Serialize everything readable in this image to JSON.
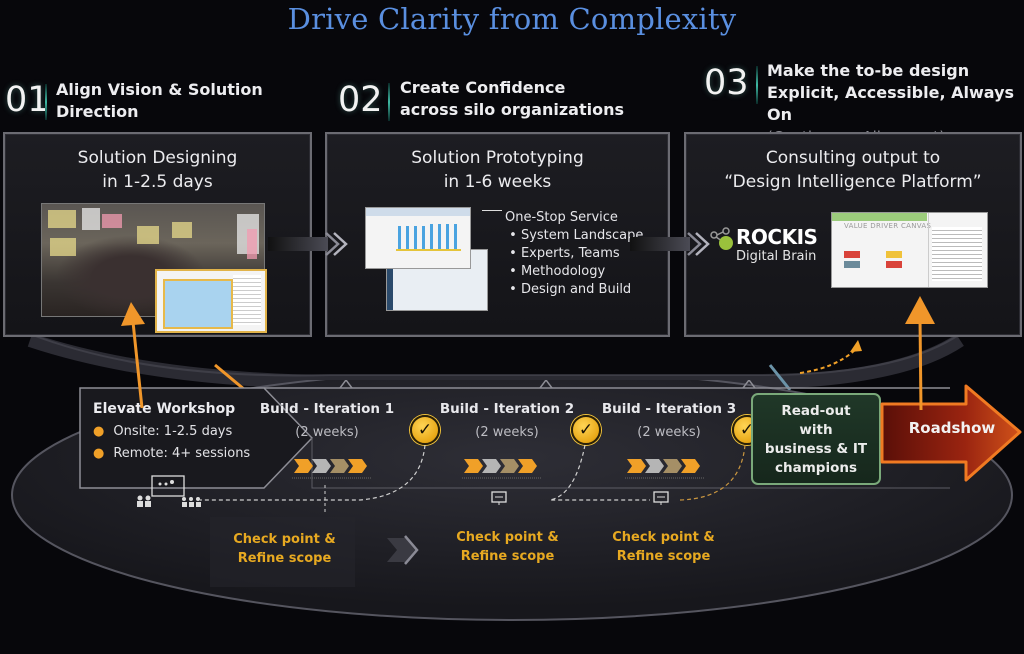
{
  "title": "Drive Clarity from Complexity",
  "steps": [
    {
      "number": "01",
      "lines": [
        "Align Vision & Solution",
        "Direction"
      ]
    },
    {
      "number": "02",
      "lines": [
        "Create Confidence",
        "across silo organizations"
      ]
    },
    {
      "number": "03",
      "lines": [
        "Make the to-be design",
        "Explicit, Accessible, Always On"
      ],
      "subtitle": "(Continuous Alignment)"
    }
  ],
  "panels": [
    {
      "title_lines": [
        "Solution Designing",
        "in 1-2.5 days"
      ]
    },
    {
      "title_lines": [
        "Solution Prototyping",
        "in 1-6 weeks"
      ],
      "service_heading": "One-Stop Service",
      "service_items": [
        "System Landscape",
        "Experts, Teams",
        "Methodology",
        "Design and Build"
      ]
    },
    {
      "title_lines": [
        "Consulting output to",
        "“Design Intelligence Platform”"
      ],
      "logo_name": "ROCKIS",
      "logo_tagline": "Digital Brain",
      "canvas_label": "VALUE DRIVER CANVAS"
    }
  ],
  "workshop": {
    "title": "Elevate Workshop",
    "items": [
      "Onsite: 1-2.5 days",
      "Remote: 4+ sessions"
    ]
  },
  "iterations": [
    {
      "title": "Build - Iteration 1",
      "duration": "(2 weeks)",
      "status": "complete"
    },
    {
      "title": "Build - Iteration 2",
      "duration": "(2 weeks)",
      "status": "complete"
    },
    {
      "title": "Build - Iteration 3",
      "duration": "(2 weeks)",
      "status": "complete"
    }
  ],
  "check_glyph": "✓",
  "readout": {
    "lines": [
      "Read-out",
      "with",
      "business & IT",
      "champions"
    ]
  },
  "roadshow": {
    "label": "Roadshow"
  },
  "checkpoints": [
    {
      "lines": [
        "Check point &",
        "Refine scope"
      ]
    },
    {
      "lines": [
        "Check point &",
        "Refine scope"
      ]
    },
    {
      "lines": [
        "Check point &",
        "Refine scope"
      ]
    }
  ],
  "colors": {
    "title_blue": "#5a8fe0",
    "accent_orange": "#f0962a",
    "check_yellow": "#f1b62a",
    "readout_green": "#7aa97a",
    "roadshow_red": "#8a1d0e"
  }
}
